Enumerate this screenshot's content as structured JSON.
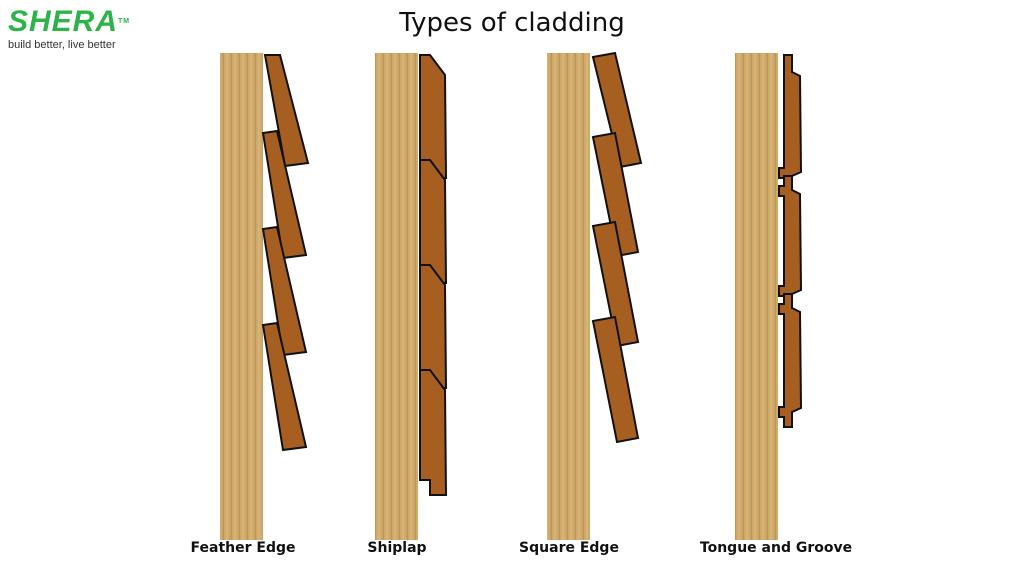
{
  "brand": {
    "name": "SHERA",
    "trademark": "TM",
    "tagline": "build better, live better",
    "color": "#2db34a"
  },
  "title": "Types of cladding",
  "colors": {
    "stud_light": "#d7b375",
    "stud_dark": "#b9924d",
    "board": "#a65f21",
    "board_edge": "#111111"
  },
  "cladding_types": [
    {
      "name": "Feather Edge",
      "style": "feather-edge",
      "boards": 4
    },
    {
      "name": "Shiplap",
      "style": "shiplap",
      "boards": 4
    },
    {
      "name": "Square Edge",
      "style": "square-edge",
      "boards": 4
    },
    {
      "name": "Tongue and Groove",
      "style": "tongue-and-groove",
      "boards": 3
    }
  ]
}
